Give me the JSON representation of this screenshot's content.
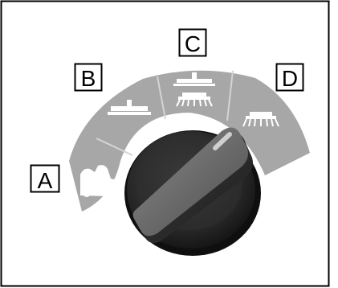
{
  "selector_dial": {
    "positions": [
      {
        "key": "a",
        "label": "A",
        "icon": "machine-transport-icon"
      },
      {
        "key": "b",
        "label": "B",
        "icon": "brush-deck-raised-icon"
      },
      {
        "key": "c",
        "label": "C",
        "icon": "brush-deck-lowered-icon"
      },
      {
        "key": "d",
        "label": "D",
        "icon": "brush-deck-with-spray-icon"
      }
    ],
    "knob_pointer": "between C and D"
  },
  "colors": {
    "sector_fill": "#a7a7a7",
    "sector_divider": "#d4d4d4",
    "icon_fill": "#ffffff",
    "knob_dark": "#303030",
    "knob_face": "#6e6e6e",
    "label_border": "#000000",
    "frame_border": "#000000"
  }
}
